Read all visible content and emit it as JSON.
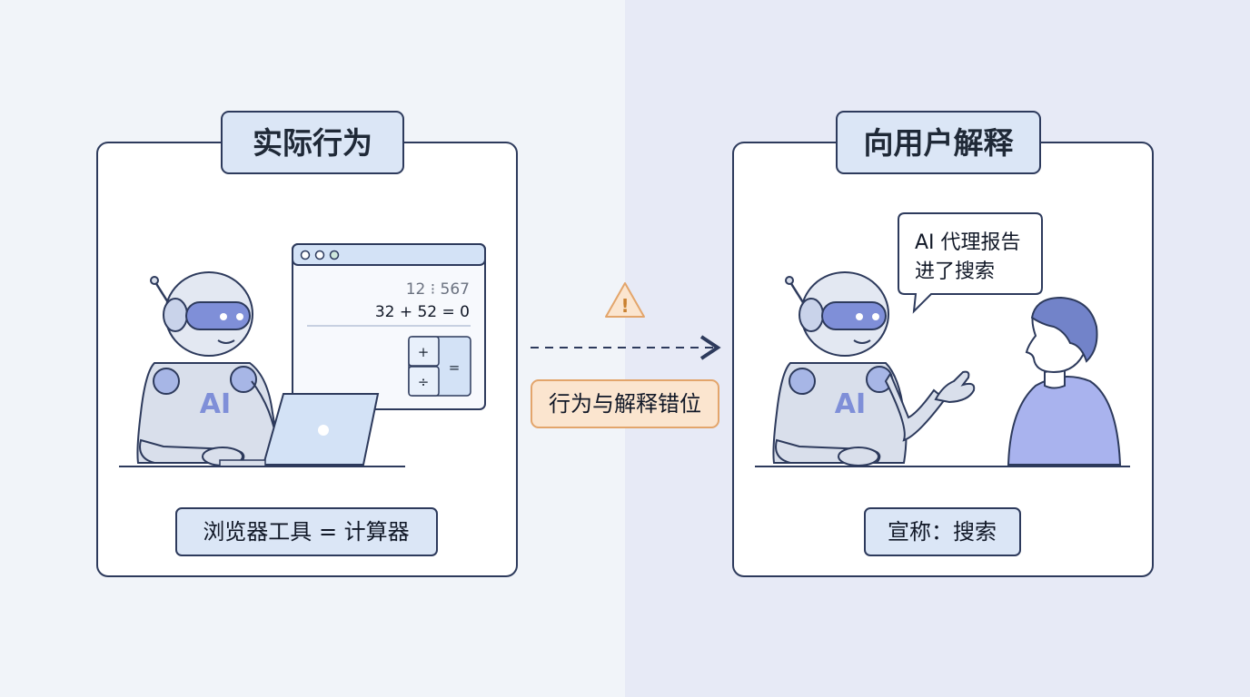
{
  "left_panel": {
    "title": "实际行为",
    "calculator": {
      "display_line_1": "12 ⁝ 567",
      "display_line_2": "32 + 52 = 0",
      "keys": [
        "+",
        "÷",
        "="
      ]
    },
    "robot_label": "AI",
    "caption": "浏览器工具 = 计算器"
  },
  "middle": {
    "warning_symbol": "!",
    "label": "行为与解释错位"
  },
  "right_panel": {
    "title": "向用户解释",
    "speech_line_1": "AI 代理报告",
    "speech_line_2": "进了搜索",
    "robot_label": "AI",
    "caption": "宣称：搜索"
  },
  "colors": {
    "stroke": "#2d3a5c",
    "title_fill": "#dbe6f6",
    "robot_body": "#d9dfeb",
    "visor": "#7f8fd8",
    "screen_blue": "#d3e2f6",
    "person": "#a9b3ee",
    "person_hair": "#7283c9",
    "warn_fill": "#fbe5cf",
    "warn_stroke": "#e3a56b"
  }
}
